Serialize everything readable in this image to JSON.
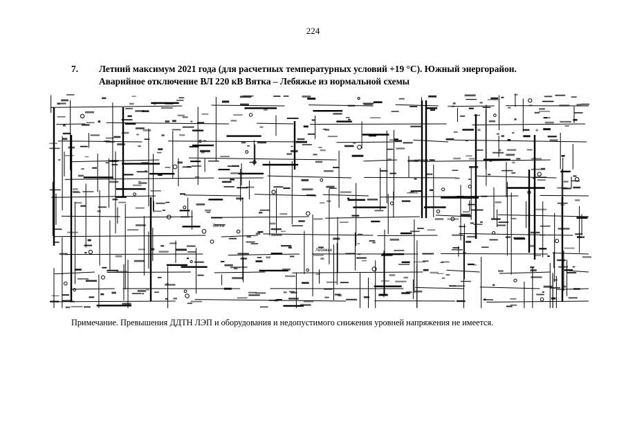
{
  "page": {
    "number": "224"
  },
  "heading": {
    "number": "7.",
    "line1": "Летний максимум 2021 года (для расчетных температурных условий +19 °С). Южный энергорайон.",
    "line2": "Аварийное отключение ВЛ 220 кВ Вятка – Лебяжье из нормальной схемы"
  },
  "scheme": {
    "labels": [
      "Вятка",
      "Лебяжье"
    ]
  },
  "note": {
    "text": "Примечание. Превышения ДДТН ЛЭП и оборудования и недопустимого снижения уровней напряжения не имеется."
  },
  "colors": {
    "ink": "#000000",
    "paper": "#ffffff"
  }
}
